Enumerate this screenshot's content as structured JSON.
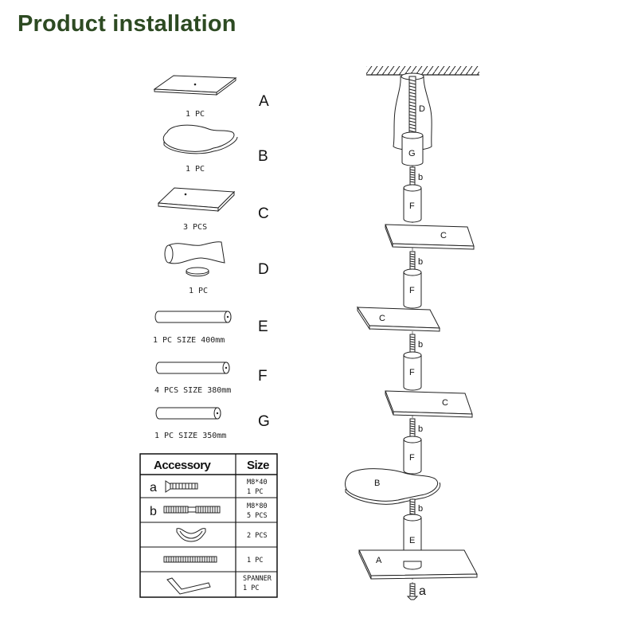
{
  "title": "Product installation",
  "parts": [
    {
      "letter": "A",
      "qty": "1 PC",
      "icon": "square-board"
    },
    {
      "letter": "B",
      "qty": "1 PC",
      "icon": "pear-shaped-board"
    },
    {
      "letter": "C",
      "qty": "3 PCS",
      "icon": "rectangular-board"
    },
    {
      "letter": "D",
      "qty": "1 PC",
      "icon": "ceiling-cover"
    },
    {
      "letter": "E",
      "qty": "1 PC SIZE 400mm",
      "icon": "tube"
    },
    {
      "letter": "F",
      "qty": "4 PCS SIZE 380mm",
      "icon": "tube"
    },
    {
      "letter": "G",
      "qty": "1 PC SIZE 350mm",
      "icon": "tube"
    }
  ],
  "accessory_table": {
    "headers": [
      "Accessory",
      "Size"
    ],
    "rows": [
      {
        "label": "a",
        "size_line1": "M8*40",
        "size_line2": "1 PC",
        "icon": "screw"
      },
      {
        "label": "b",
        "size_line1": "M8*80",
        "size_line2": "5 PCS",
        "icon": "double-threaded-bolt"
      },
      {
        "label": "",
        "size_line1": "2 PCS",
        "size_line2": "",
        "icon": "clip"
      },
      {
        "label": "",
        "size_line1": "1 PC",
        "size_line2": "",
        "icon": "threaded-rod"
      },
      {
        "label": "",
        "size_line1": "SPANNER",
        "size_line2": "1 PC",
        "icon": "hex-key"
      }
    ]
  },
  "assembly_labels": {
    "D": "D",
    "G": "G",
    "F": "F",
    "C": "C",
    "B": "B",
    "E": "E",
    "A": "A",
    "bolt": "b",
    "screw": "a"
  }
}
